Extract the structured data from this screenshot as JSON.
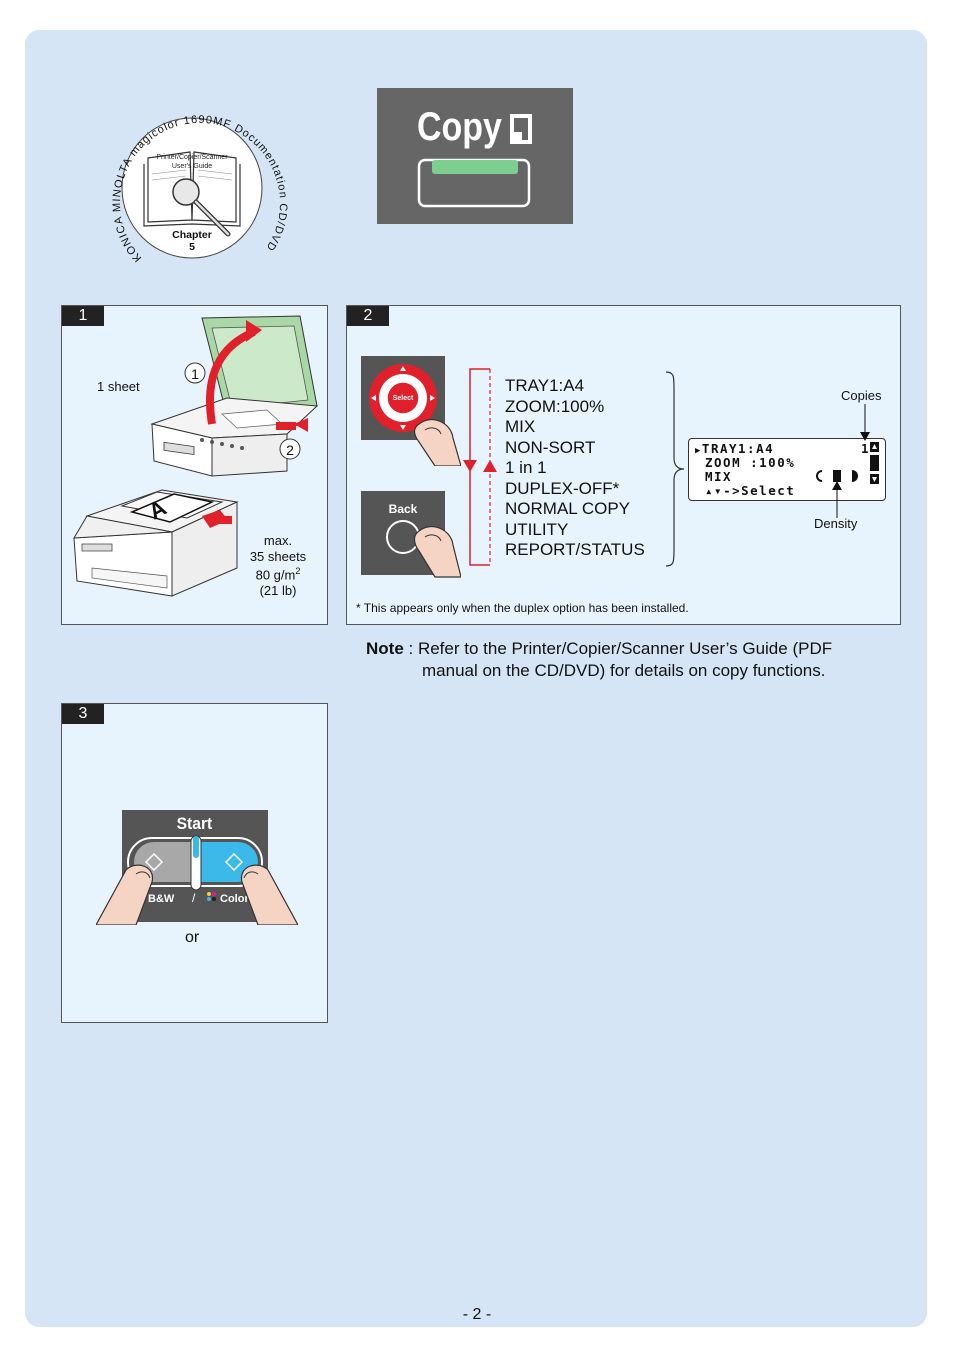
{
  "header": {
    "cd_badge": {
      "ring_text": "KONICA MINOLTA magicolor 1690MF Documentation CD/DVD",
      "book_title_line1": "Printer/Copier/Scanner",
      "book_title_line2": "User's Guide",
      "chapter_label": "Chapter",
      "chapter_number": "5"
    },
    "copy_key_label": "Copy"
  },
  "step1": {
    "number": "1",
    "callout_1": "1",
    "callout_2": "2",
    "flatbed_label": "1 sheet",
    "adf_label_line1": "max.",
    "adf_label_line2": "35 sheets",
    "adf_label_line3": "80 g/m",
    "adf_label_sup": "2",
    "adf_label_line4": "(21 lb)",
    "adf_paper_letter": "A"
  },
  "step2": {
    "number": "2",
    "select_key_label": "Select",
    "back_key_label": "Back",
    "menu_items": [
      "TRAY1:A4",
      "ZOOM:100%",
      "MIX",
      "NON-SORT",
      "1 in 1",
      "DUPLEX-OFF*",
      "NORMAL COPY",
      "UTILITY",
      "REPORT/STATUS"
    ],
    "lcd": {
      "line1": "TRAY1:A4",
      "copies_value": "1",
      "line2": "ZOOM :100%",
      "line3": "MIX",
      "line4": "->Select"
    },
    "copies_label": "Copies",
    "density_label": "Density",
    "footnote": "* This appears only when the duplex option has been installed."
  },
  "note": {
    "label": "Note",
    "separator": " : ",
    "line1": "Refer to the Printer/Copier/Scanner User’s Guide (PDF",
    "line2": "manual on the CD/DVD) for details on copy functions."
  },
  "step3": {
    "number": "3",
    "start_label": "Start",
    "bw_label": "B&W",
    "slash": "/",
    "color_label": "Color",
    "or_label": "or"
  },
  "footer": {
    "page_number": "- 2 -"
  },
  "colors": {
    "page_background": "#d5e5f6",
    "panel_background": "#e8f4fd",
    "accent_red": "#e0202a",
    "key_green": "#7ccf8e",
    "start_cyan": "#3bb9e8"
  }
}
